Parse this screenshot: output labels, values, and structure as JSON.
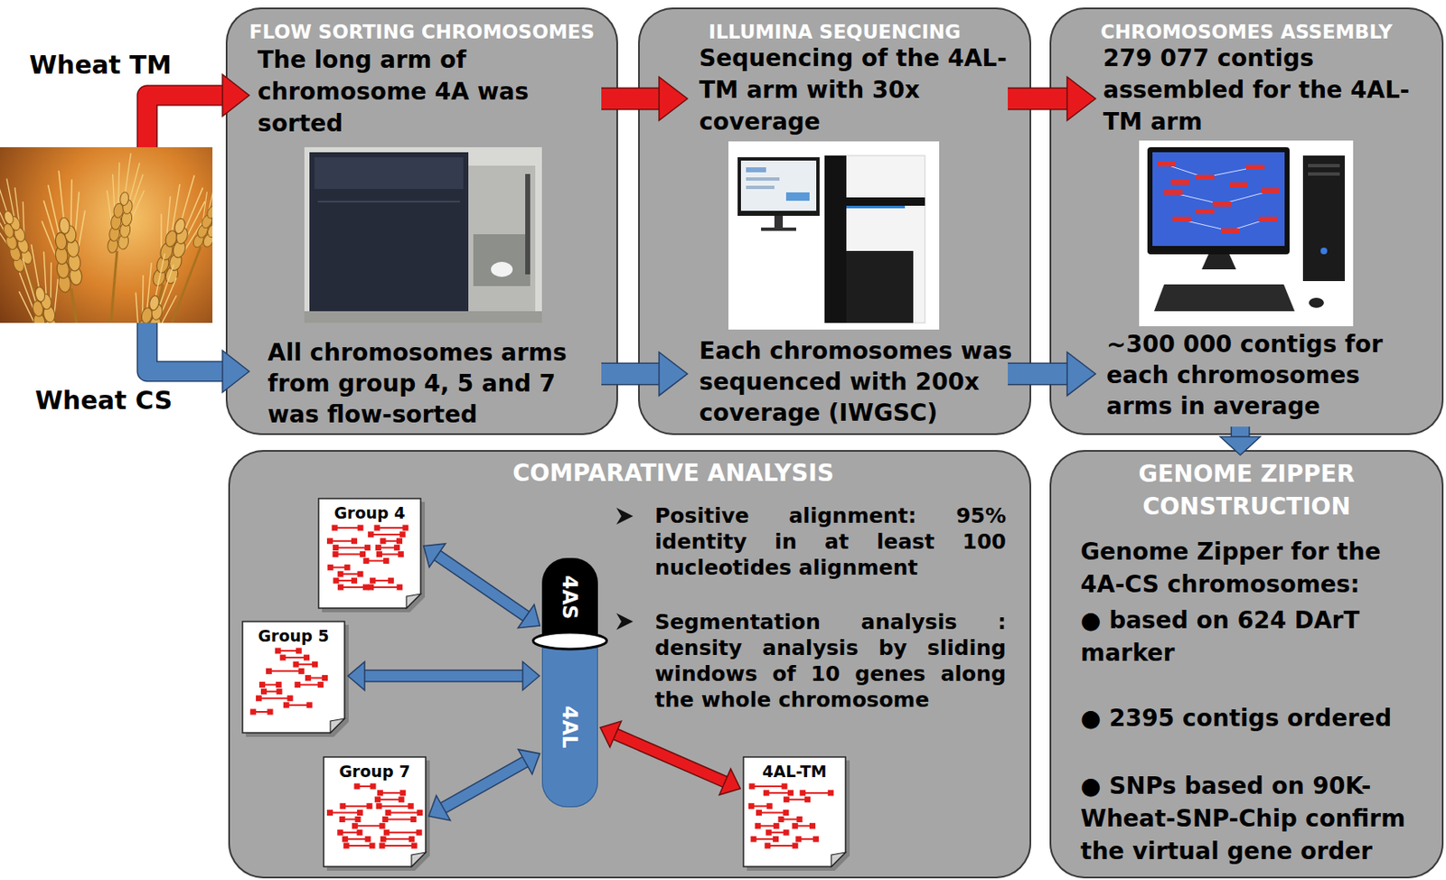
{
  "diagram": {
    "nodes": [
      {
        "text": [
          "Wheat TM",
          "Wheat CS"
        ]
      },
      {
        "text": [
          "FLOW SORTING CHROMOSOMES",
          "The long arm of chromosome 4A was sorted",
          "All chromosomes arms from group 4, 5 and 7 was flow-sorted"
        ]
      },
      {
        "text": [
          "ILLUMINA SEQUENCING",
          "Sequencing of the 4AL-TM arm with 30x coverage",
          "Each chromosomes was sequenced with 200x coverage (IWGSC)"
        ]
      },
      {
        "text": [
          "CHROMOSOMES ASSEMBLY",
          "279 077 contigs assembled for the 4AL-TM arm",
          "~300 000 contigs for each chromosomes arms in average"
        ]
      },
      {
        "text": [
          "COMPARATIVE ANALYSIS",
          "Positive alignment: 95% identity in at least 100 nucleotides alignment",
          "Segmentation analysis : density analysis by sliding windows of 10 genes along the whole chromosome"
        ]
      },
      {
        "text": [
          "Group 4"
        ],
        "in": 4
      },
      {
        "text": [
          "Group 5"
        ],
        "in": 4
      },
      {
        "text": [
          "Group 7"
        ],
        "in": 4
      },
      {
        "text": [
          "4AS"
        ],
        "in": 4
      },
      {
        "text": [
          "4AL"
        ],
        "in": 4
      },
      {
        "text": [
          "4AL-TM"
        ],
        "in": 4
      },
      {
        "text": [
          "GENOME ZIPPER CONSTRUCTION",
          "Genome Zipper for the 4A-CS chromosomes:",
          "● based on 624 DArT marker",
          "● 2395 contigs ordered",
          "● SNPs based on 90K-Wheat-SNP-Chip confirm the virtual gene order"
        ]
      }
    ],
    "edges": [
      {
        "from": 0,
        "to": 1,
        "arrow": "to"
      },
      {
        "from": 0,
        "to": 1,
        "arrow": "to"
      },
      {
        "from": 1,
        "to": 2,
        "arrow": "to"
      },
      {
        "from": 1,
        "to": 2,
        "arrow": "to"
      },
      {
        "from": 2,
        "to": 3,
        "arrow": "to"
      },
      {
        "from": 2,
        "to": 3,
        "arrow": "to"
      },
      {
        "from": 3,
        "to": 11,
        "arrow": "to"
      },
      {
        "from": 5,
        "to": 8,
        "arrow": "both"
      },
      {
        "from": 6,
        "to": 9,
        "arrow": "both"
      },
      {
        "from": 7,
        "to": 9,
        "arrow": "both"
      },
      {
        "from": 10,
        "to": 9,
        "arrow": "both"
      }
    ]
  }
}
